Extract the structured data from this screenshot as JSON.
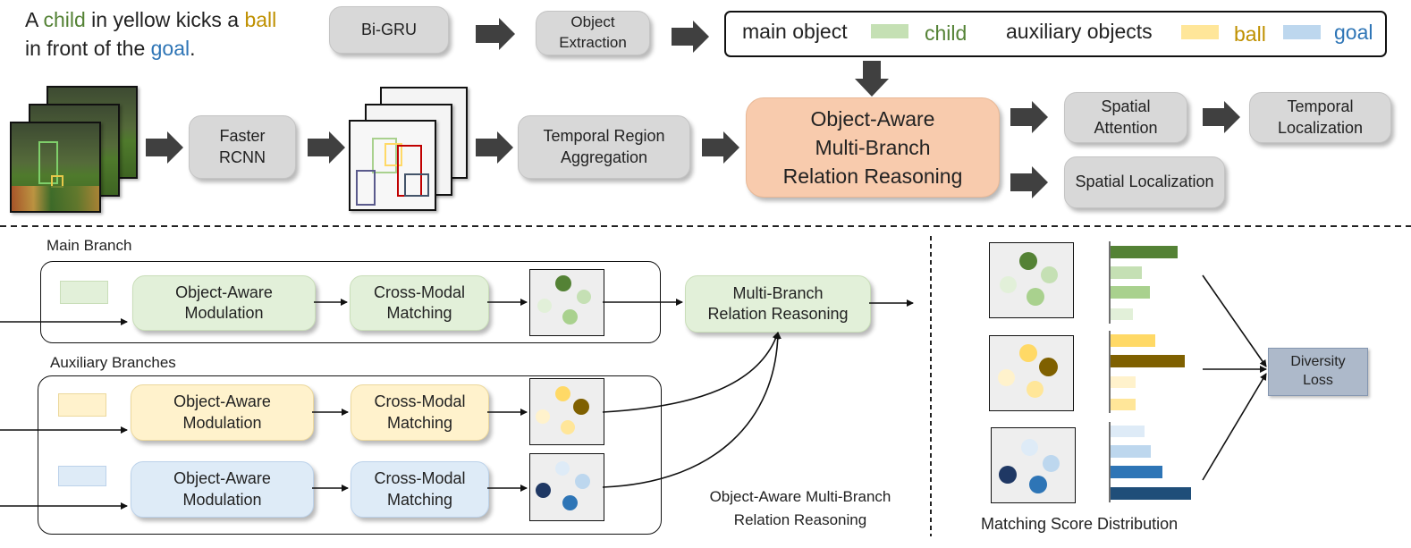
{
  "query": {
    "parts": [
      {
        "text": "A ",
        "role": "plain"
      },
      {
        "text": "child",
        "role": "child"
      },
      {
        "text": " in yellow kicks a ",
        "role": "plain"
      },
      {
        "text": "ball",
        "role": "ball"
      },
      {
        "text": "in front of the ",
        "role": "plain"
      },
      {
        "text": "goal",
        "role": "goal"
      },
      {
        "text": ".",
        "role": "plain"
      }
    ]
  },
  "top": {
    "bigru": "Bi-GRU",
    "object_extraction": "Object\nExtraction",
    "legend_main_label": "main object",
    "legend_child": "child",
    "legend_aux_label": "auxiliary objects",
    "legend_ball": "ball",
    "legend_goal": "goal",
    "faster_rcnn": "Faster\nRCNN",
    "temporal_region_aggregation": "Temporal Region\nAggregation",
    "oamrr": "Object-Aware\nMulti-Branch\nRelation Reasoning",
    "spatial_attention": "Spatial\nAttention",
    "temporal_localization": "Temporal\nLocalization",
    "spatial_localization": "Spatial Localization"
  },
  "bottom": {
    "main_branch_label": "Main Branch",
    "aux_branches_label": "Auxiliary Branches",
    "object_aware_modulation": "Object-Aware\nModulation",
    "cross_modal_matching": "Cross-Modal\nMatching",
    "multi_branch_rr": "Multi-Branch\nRelation Reasoning",
    "caption_left": "Object-Aware Multi-Branch\nRelation Reasoning",
    "diversity_loss": "Diversity\nLoss",
    "caption_right": "Matching Score Distribution"
  },
  "colors": {
    "child": "#548235",
    "ball": "#bf9000",
    "goal": "#2e75b6",
    "main_light": "#e2f0d9",
    "aux_yellow": "#fff2cc",
    "aux_blue": "#deebf7",
    "oamrr_fill": "#f8cbad",
    "diversity_fill": "#adb9ca"
  },
  "icons": [
    "right-arrow-icon",
    "down-arrow-icon",
    "video-frames-icon",
    "region-proposals-icon"
  ]
}
